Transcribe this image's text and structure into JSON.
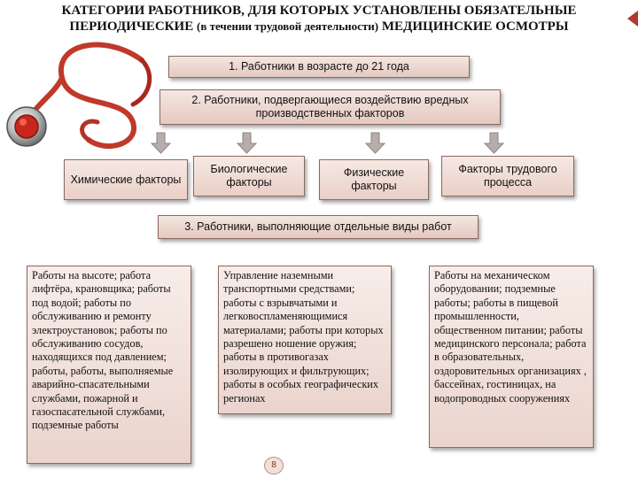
{
  "title": {
    "line1": "КАТЕГОРИИ РАБОТНИКОВ, ДЛЯ КОТОРЫХ УСТАНОВЛЕНЫ ОБЯЗАТЕЛЬНЫЕ",
    "line2_a": "ПЕРИОДИЧЕСКИЕ ",
    "line2_sub": "(в течении трудовой деятельности)",
    "line2_b": " МЕДИЦИНСКИЕ ОСМОТРЫ"
  },
  "categories": {
    "cat1": "1. Работники в возрасте до 21 года",
    "cat2": "2. Работники, подвергающиеся воздействию вредных производственных факторов",
    "cat3": "3. Работники, выполняющие отдельные виды работ"
  },
  "factors": {
    "chemical": "Химические факторы",
    "biological": "Биологические факторы",
    "physical": "Физические факторы",
    "labor": "Факторы трудового процесса"
  },
  "work_types": {
    "left": "Работы на высоте; работа лифтёра, крановщика; работы под водой; работы по обслуживанию и ремонту электроустановок; работы по обслуживанию сосудов, находящихся под давлением; работы, работы, выполняемые аварийно-спасательными службами, пожарной и газоспасательной службами, подземные работы",
    "middle": "Управление наземными транспортными средствами; работы с взрывчатыми и легковоспламеняющимися материалами; работы при которых разрешено ношение оружия; работы в противогазах изолирующих и фильтрующих; работы в особых географических регионах",
    "right": "Работы на механическом оборудовании; подземные работы; работы в пищевой промышленности, общественном питании; работы медицинского персонала; работа в образовательных, оздоровительных организациях , бассейнах, гостиницах, на водопроводных сооружениях"
  },
  "page_number": "8",
  "colors": {
    "box_fill": "#ecd5ce",
    "box_border": "#8a6a62",
    "arrow": "#b0a7a5",
    "accent": "#b03a2e"
  },
  "icons": {
    "illustration": "stethoscope-icon",
    "arrow": "down-arrow-icon"
  }
}
